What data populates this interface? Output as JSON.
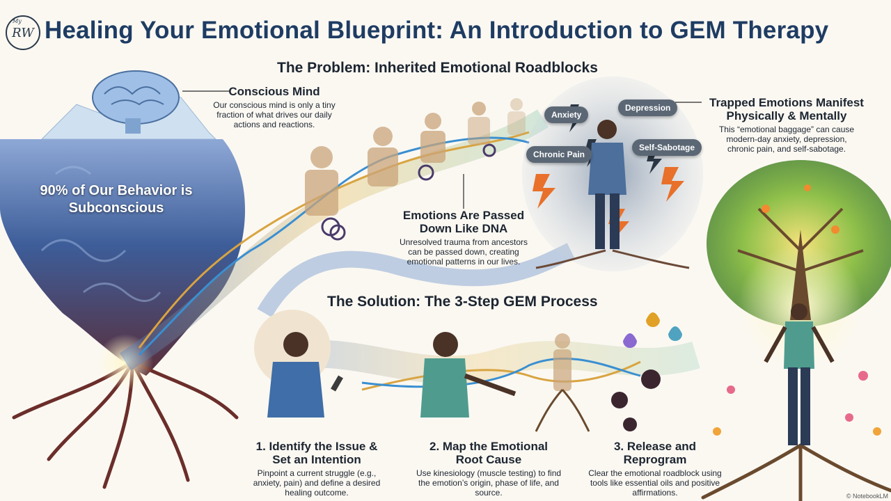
{
  "header": {
    "logo_text": "RW",
    "logo_small": "My",
    "title": "Healing Your Emotional Blueprint: An Introduction to GEM Therapy"
  },
  "problem": {
    "heading": "The Problem: Inherited Emotional Roadblocks",
    "conscious": {
      "title": "Conscious Mind",
      "body": "Our conscious mind is only a tiny fraction of what drives our daily actions and reactions."
    },
    "subconscious": {
      "label": "90% of Our Behavior is Subconscious"
    },
    "dna": {
      "title": "Emotions Are Passed Down Like DNA",
      "body": "Unresolved trauma from ancestors can be passed down, creating emotional patterns in our lives."
    },
    "trapped": {
      "title": "Trapped Emotions Manifest Physically & Mentally",
      "body": "This “emotional baggage” can cause modern-day anxiety, depression, chronic pain, and self-sabotage."
    },
    "clouds": [
      "Anxiety",
      "Depression",
      "Chronic Pain",
      "Self-Sabotage"
    ]
  },
  "solution": {
    "heading": "The Solution: The 3-Step GEM Process",
    "steps": [
      {
        "title": "1. Identify the Issue & Set an Intention",
        "body": "Pinpoint a current struggle (e.g., anxiety, pain) and define a desired healing outcome."
      },
      {
        "title": "2. Map the Emotional Root Cause",
        "body": "Use kinesiology (muscle testing) to find the emotion’s origin, phase of life, and source."
      },
      {
        "title": "3. Release and Reprogram",
        "body": "Clear the emotional roadblock using tools like essential oils and positive affirmations."
      }
    ]
  },
  "footer": {
    "copyright": "© NotebookLM"
  },
  "colors": {
    "title": "#1e3c63",
    "iceberg": "#3a5a8c",
    "roots": "#6b2e2a",
    "dna_gold": "#d9a441",
    "dna_blue": "#3a8fd1",
    "tree": "#6fae3a"
  }
}
